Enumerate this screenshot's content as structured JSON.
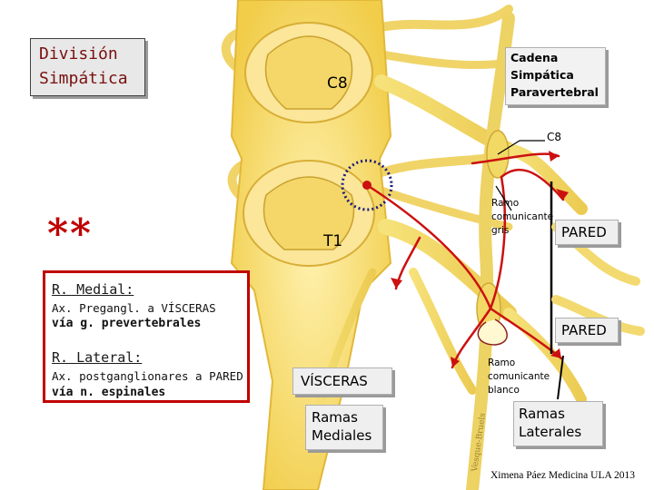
{
  "title": [
    "División",
    "Simpática"
  ],
  "segments": {
    "c8": "C8",
    "t1": "T1"
  },
  "chain_label": [
    "Cadena",
    "Simpática",
    "Paravertebral"
  ],
  "chain_c8": "C8",
  "ramo_gris": [
    "Ramo",
    "comunicante",
    "gris"
  ],
  "ramo_blanco": [
    "Ramo",
    "comunicante",
    "blanco"
  ],
  "pared_upper": "PARED",
  "pared_lower": "PARED",
  "stars": "**",
  "ramo_medial": {
    "heading": "R. Medial:",
    "line1": "Ax. Pregangl. a VÍSCERAS",
    "line2": "vía g. prevertebrales"
  },
  "ramo_lateral": {
    "heading": "R. Lateral:",
    "line1": "Ax. postganglionares a PARED",
    "line2": "vía n. espinales"
  },
  "visceras": "VÍSCERAS",
  "ramas_mediales": [
    "Ramas",
    "Mediales"
  ],
  "ramas_laterales": [
    "Ramas",
    "Laterales"
  ],
  "credit": "Ximena Páez Medicina ULA 2013",
  "colors": {
    "nerve": "#f3e070",
    "cord": "#f6dc6a",
    "axon": "#cc1010",
    "box_border": "#c00000"
  }
}
